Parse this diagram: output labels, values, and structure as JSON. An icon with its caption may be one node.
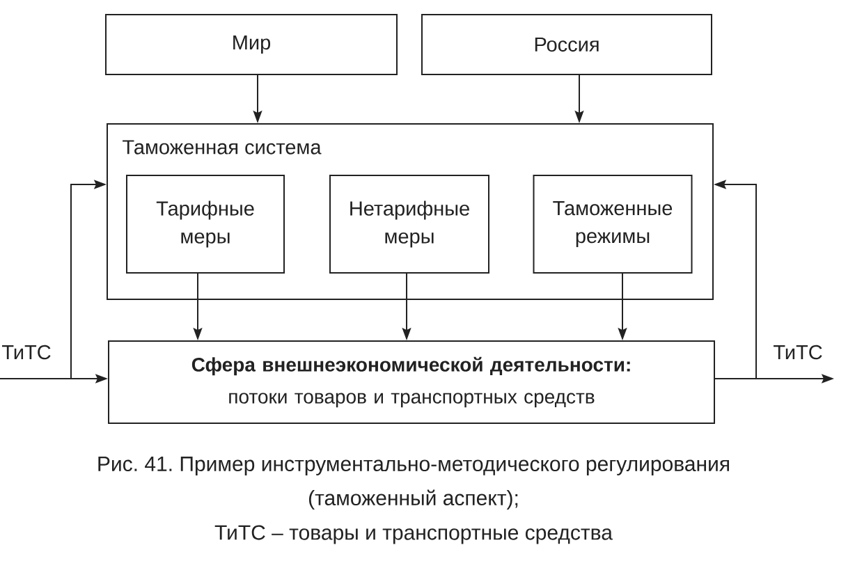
{
  "diagram": {
    "caption": "Рис. 41. Пример инструментально-методического регулирования (таможенный аспект);",
    "nodes": [
      {
        "text": [
          "Мир"
        ]
      },
      {
        "text": [
          "Россия"
        ]
      },
      {
        "text": [
          "Таможенная система"
        ]
      },
      {
        "text": [
          "Тарифные меры"
        ],
        "in": 2
      },
      {
        "text": [
          "Нетарифные меры"
        ],
        "in": 2
      },
      {
        "text": [
          "Таможенные режимы"
        ],
        "in": 2
      },
      {
        "text": [
          "Сфера внешнеэкономической деятельности:",
          "потоки товаров и транспортных средств"
        ]
      }
    ],
    "edges": [
      {
        "from": 0,
        "to": 2,
        "arrow": "to"
      },
      {
        "from": 1,
        "to": 2,
        "arrow": "to"
      },
      {
        "from": 3,
        "to": 6,
        "arrow": "to"
      },
      {
        "from": 4,
        "to": 6,
        "arrow": "to"
      },
      {
        "from": 5,
        "to": 6,
        "arrow": "to"
      },
      {
        "from": null,
        "to": 6,
        "arrow": "to",
        "label": "ТиТС"
      },
      {
        "from": null,
        "to": 2,
        "arrow": "to"
      },
      {
        "from": 6,
        "to": null,
        "arrow": "to",
        "label": "ТиТС"
      },
      {
        "from": 6,
        "to": 2,
        "arrow": "to"
      }
    ],
    "labels": [
      "ТиТС – товары и транспортные средства"
    ]
  }
}
